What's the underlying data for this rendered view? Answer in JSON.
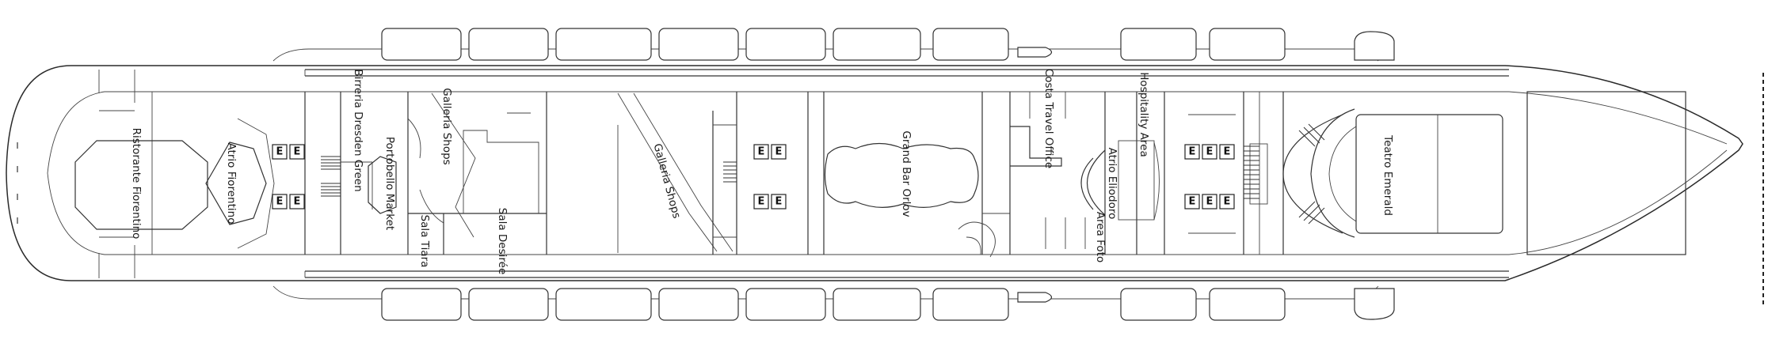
{
  "rooms": {
    "ristorante": "Ristorante Fiorentino",
    "atrio_fiorentino": "Atrio Fiorentino",
    "birreria": "Birreria Dresden Green",
    "portobello": "Portobello Market",
    "galleria_shops_1": "Galleria Shops",
    "sala_tiara": "Sala Tiara",
    "sala_desiree": "Sala Desirée",
    "galleria_shops_2": "Galleria Shops",
    "grand_bar": "Grand Bar Orlov",
    "costa_travel": "Costa Travel Office",
    "hospitality": "Hospitality Area",
    "atrio_eliodoro": "Atrio Eliodoro",
    "area_foto": "Area Foto",
    "teatro": "Teatro Emerald"
  },
  "elevator": {
    "label": "E"
  }
}
